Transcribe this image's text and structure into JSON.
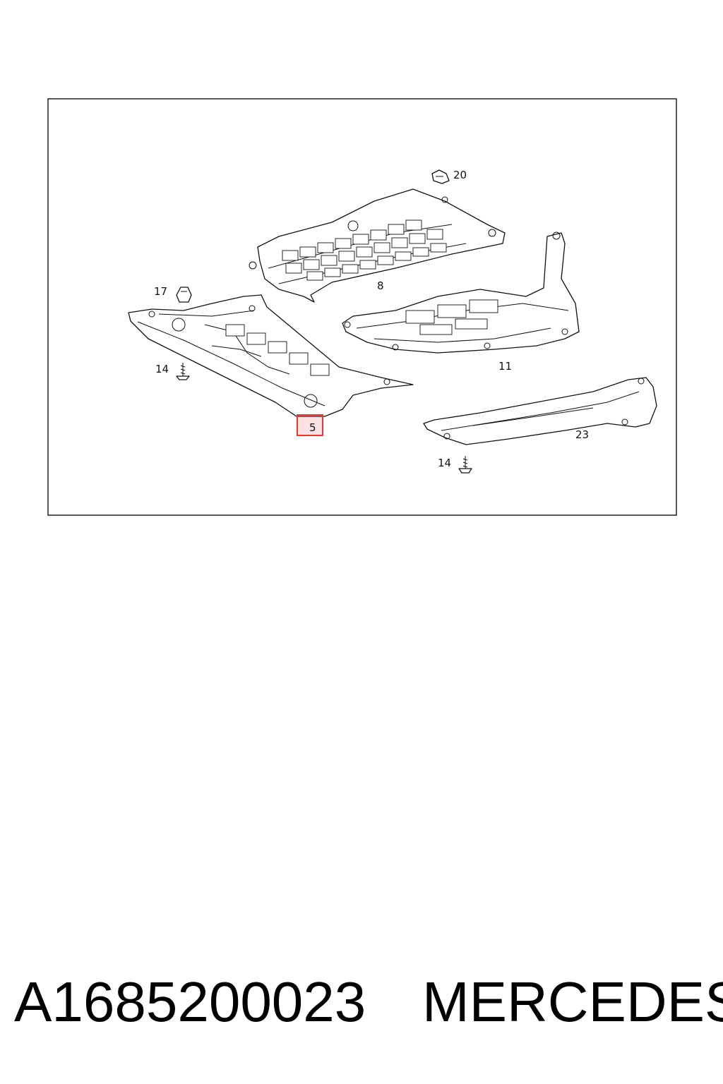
{
  "diagram": {
    "callouts": {
      "c20": "20",
      "c8": "8",
      "c17": "17",
      "c11": "11",
      "c14a": "14",
      "c5": "5",
      "c23": "23",
      "c14b": "14"
    },
    "highlight_color": "#e53935",
    "highlighted_callout": "5"
  },
  "footer": {
    "part_number": "A1685200023",
    "brand": "MERCEDES"
  }
}
